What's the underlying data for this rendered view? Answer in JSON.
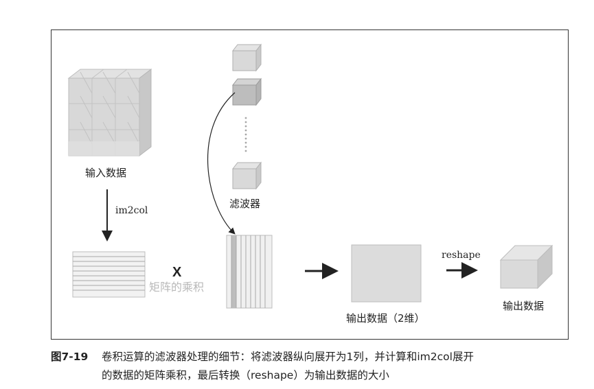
{
  "labels": {
    "input_data": "输入数据",
    "filters": "滤波器",
    "im2col": "im2col",
    "multiply_x": "X",
    "matrix_product": "矩阵的乘积",
    "output_2d": "输出数据（2维）",
    "reshape": "reshape",
    "output_data": "输出数据"
  },
  "caption": {
    "number": "图7-19",
    "line1": "卷积运算的滤波器处理的细节：将滤波器纵向展开为1列，并计算和im2col展开",
    "line2": "的数据的矩阵乘积，最后转换（reshape）为输出数据的大小"
  }
}
